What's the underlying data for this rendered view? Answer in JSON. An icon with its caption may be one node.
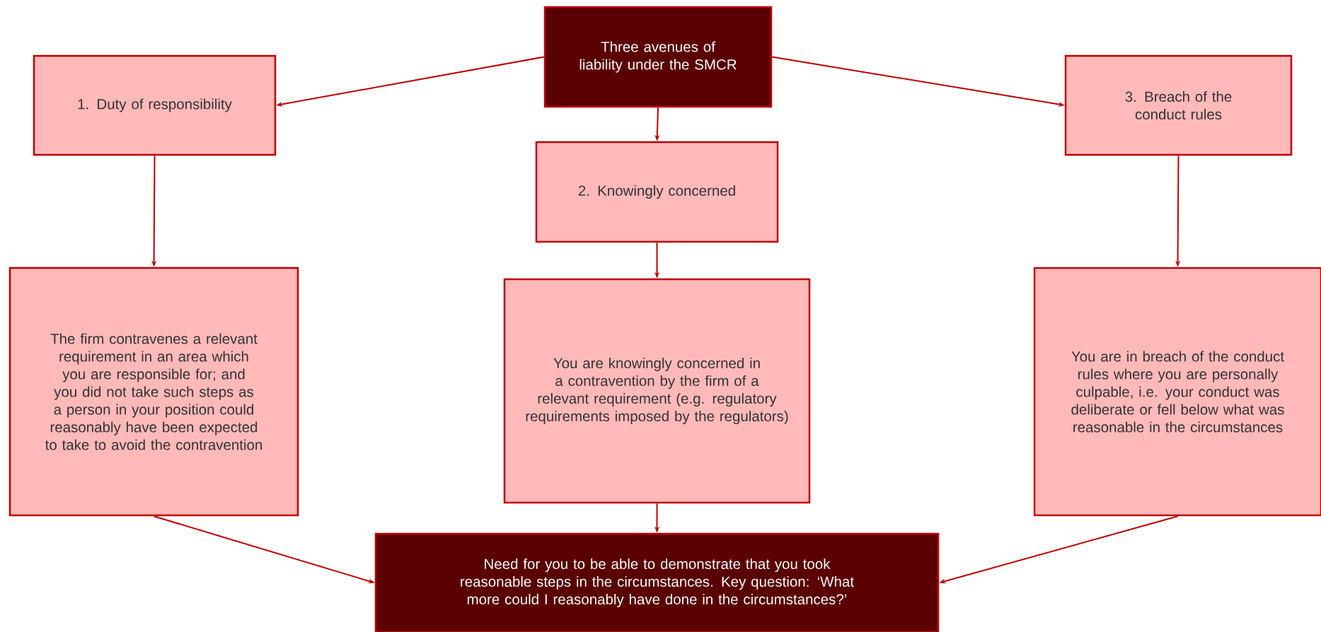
{
  "diagram": {
    "nodes": [
      {
        "text": [
          "Three avenues of liability under the SMCR"
        ]
      },
      {
        "text": [
          "1. Duty of responsibility"
        ]
      },
      {
        "text": [
          "2. Knowingly concerned"
        ]
      },
      {
        "text": [
          "3. Breach of the conduct rules"
        ]
      },
      {
        "text": [
          "The firm contravenes a relevant requirement in an area which you are responsible for; and you did not take such steps as a person in your position could reasonably have been expected to take to avoid the contravention"
        ]
      },
      {
        "text": [
          "You are knowingly concerned in a contravention by the firm of a relevant requirement (e.g. regulatory requirements imposed by the regulators)"
        ]
      },
      {
        "text": [
          "You are in breach of the conduct rules where you are personally culpable, i.e. your conduct was deliberate or fell below what was reasonable in the circumstances"
        ]
      },
      {
        "text": [
          "Need for you to be able to demonstrate that you took reasonable steps in the circumstances.  Key question: ‘What more could I reasonably have done in the circumstances?’"
        ]
      }
    ],
    "edges": [
      {
        "from": 0,
        "to": 1,
        "arrow": "to"
      },
      {
        "from": 0,
        "to": 2,
        "arrow": "to"
      },
      {
        "from": 0,
        "to": 3,
        "arrow": "to"
      },
      {
        "from": 1,
        "to": 4,
        "arrow": "to"
      },
      {
        "from": 2,
        "to": 5,
        "arrow": "to"
      },
      {
        "from": 3,
        "to": 6,
        "arrow": "to"
      },
      {
        "from": 4,
        "to": 7,
        "arrow": "to"
      },
      {
        "from": 5,
        "to": 7,
        "arrow": "to"
      },
      {
        "from": 6,
        "to": 7,
        "arrow": "to"
      }
    ]
  }
}
